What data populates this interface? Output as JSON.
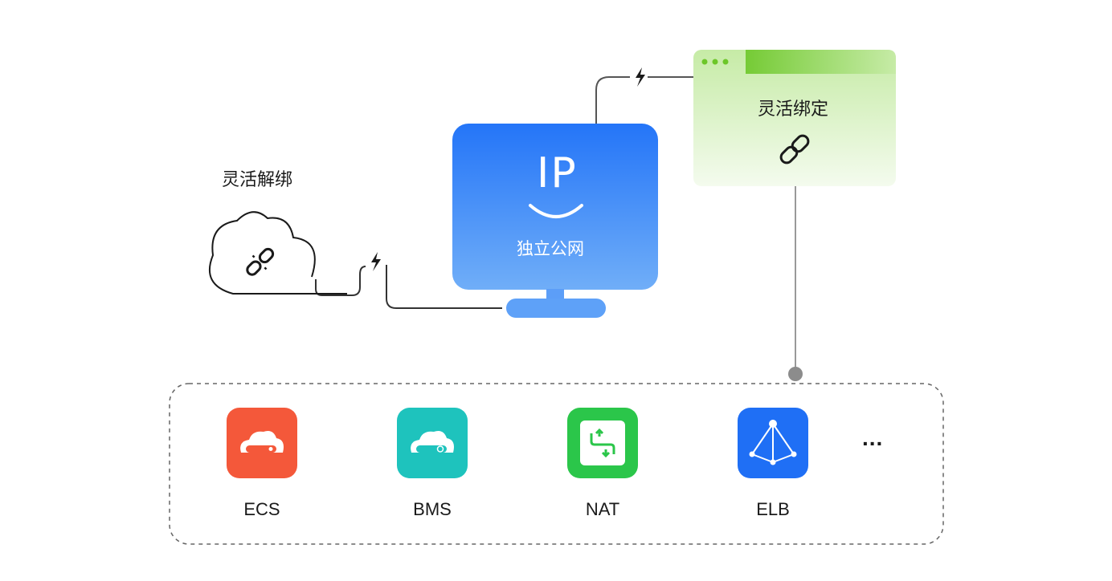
{
  "unbind": {
    "label": "灵活解绑"
  },
  "bind": {
    "label": "灵活绑定"
  },
  "ip_monitor": {
    "icon_text": "IP",
    "label": "独立公网"
  },
  "services": [
    {
      "name": "ECS",
      "color": "#F4583A"
    },
    {
      "name": "BMS",
      "color": "#1EC3BD"
    },
    {
      "name": "NAT",
      "color": "#2BC64A"
    },
    {
      "name": "ELB",
      "color": "#1F6FF5"
    }
  ],
  "more": "...",
  "colors": {
    "monitor_top": "#2A7DF8",
    "monitor_bottom": "#6AA9F8",
    "bind_card": "#D4EFC0",
    "bind_accent": "#8DD34C"
  }
}
